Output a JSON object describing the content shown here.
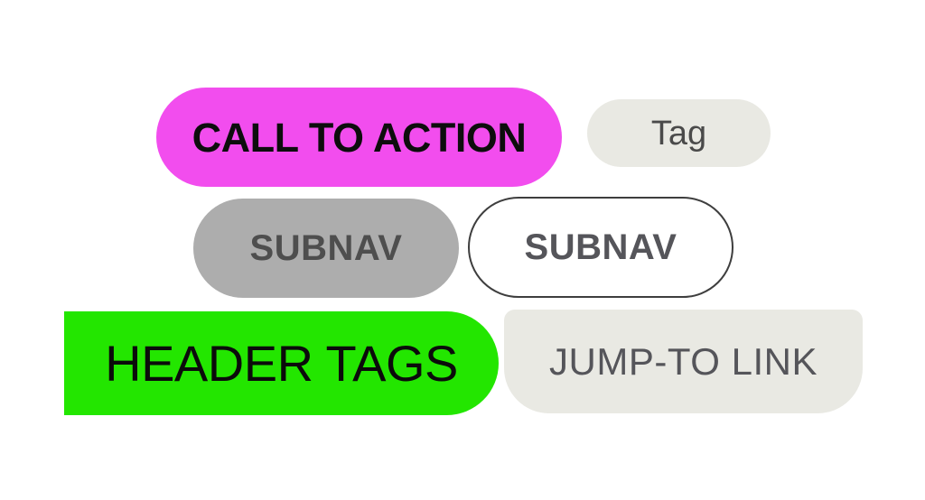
{
  "canvas": {
    "background_color": "#ffffff"
  },
  "pills": {
    "call_to_action": {
      "label": "CALL TO ACTION",
      "fill_color": "#f24dee",
      "text_color": "#0d0d0d"
    },
    "tag": {
      "label": "Tag",
      "fill_color": "#e9e9e3",
      "text_color": "#4a4a4a"
    },
    "subnav_filled": {
      "label": "SUBNAV",
      "fill_color": "#adadad",
      "text_color": "#4e4e4e"
    },
    "subnav_outlined": {
      "label": "SUBNAV",
      "fill_color": "#ffffff",
      "border_color": "#3e3e3e",
      "text_color": "#55555a"
    },
    "header_tags": {
      "label": "HEADER TAGS",
      "fill_color": "#23e600",
      "text_color": "#0b0b0b"
    },
    "jump_to_link": {
      "label": "JUMP-TO LINK",
      "fill_color": "#e9e9e3",
      "text_color": "#55555a"
    }
  }
}
